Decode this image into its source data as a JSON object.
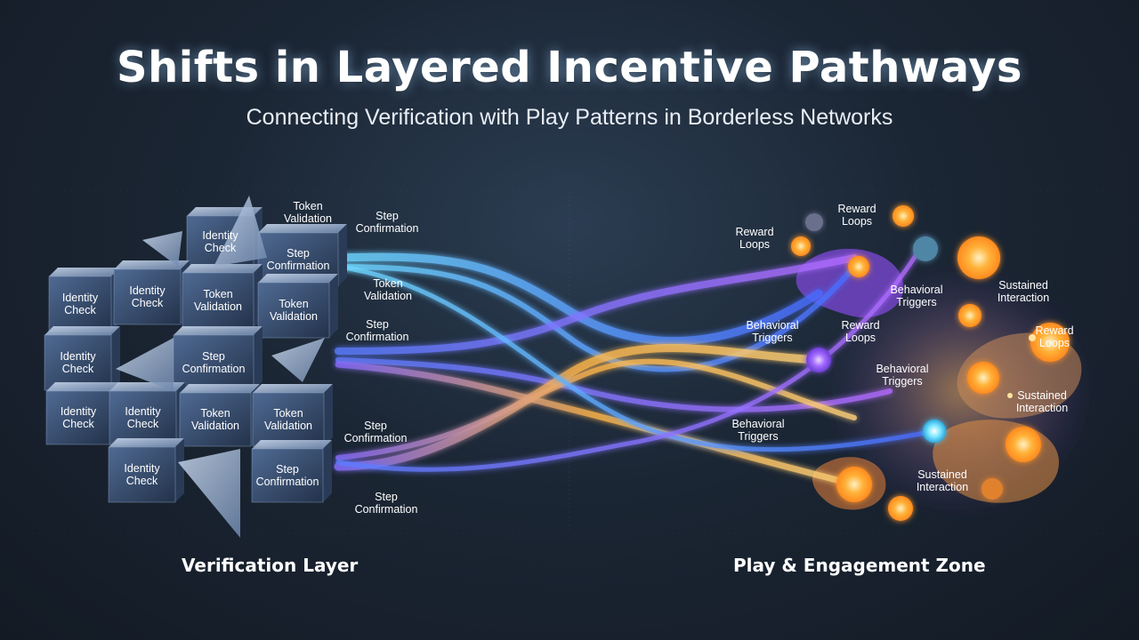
{
  "title": "Shifts in Layered Incentive Pathways",
  "subtitle": "Connecting Verification with Play Patterns in Borderless Networks",
  "zones": {
    "left": "Verification Layer",
    "right": "Play & Engagement Zone"
  },
  "verification_blocks": [
    {
      "line1": "Identity",
      "line2": "Check"
    },
    {
      "line1": "Step",
      "line2": "Confirmation"
    },
    {
      "line1": "Identity",
      "line2": "Check"
    },
    {
      "line1": "Identity",
      "line2": "Check"
    },
    {
      "line1": "Token",
      "line2": "Validation"
    },
    {
      "line1": "Token",
      "line2": "Validation"
    },
    {
      "line1": "Identity",
      "line2": "Check"
    },
    {
      "line1": "Step",
      "line2": "Confirmation"
    },
    {
      "line1": "Identity",
      "line2": "Check"
    },
    {
      "line1": "Identity",
      "line2": "Check"
    },
    {
      "line1": "Token",
      "line2": "Validation"
    },
    {
      "line1": "Token",
      "line2": "Validation"
    },
    {
      "line1": "Identity",
      "line2": "Check"
    },
    {
      "line1": "Step",
      "line2": "Confirmation"
    }
  ],
  "pathway_labels": [
    {
      "line1": "Token",
      "line2": "Validation"
    },
    {
      "line1": "Step",
      "line2": "Confirmation"
    },
    {
      "line1": "Token",
      "line2": "Validation"
    },
    {
      "line1": "Step",
      "line2": "Confirmation"
    },
    {
      "line1": "Step",
      "line2": "Confirmation"
    },
    {
      "line1": "Step",
      "line2": "Confirmation"
    }
  ],
  "engagement_labels": [
    {
      "line1": "Reward",
      "line2": "Loops"
    },
    {
      "line1": "Reward",
      "line2": "Loops"
    },
    {
      "line1": "Behavioral",
      "line2": "Triggers"
    },
    {
      "line1": "Sustained",
      "line2": "Interaction"
    },
    {
      "line1": "Behavioral",
      "line2": "Triggers"
    },
    {
      "line1": "Reward",
      "line2": "Loops"
    },
    {
      "line1": "Reward",
      "line2": "Loops"
    },
    {
      "line1": "Behavioral",
      "line2": "Triggers"
    },
    {
      "line1": "Sustained",
      "line2": "Interaction"
    },
    {
      "line1": "Behavioral",
      "line2": "Triggers"
    },
    {
      "line1": "Sustained",
      "line2": "Interaction"
    }
  ],
  "colors": {
    "background": "#1b2634",
    "stream_cyan": "#4fd2ff",
    "stream_blue": "#5b7cff",
    "stream_violet": "#a667ff",
    "stream_orange": "#ffab3d",
    "orb_orange": "#ffb238",
    "orb_violet": "#9b5cff",
    "orb_cyan": "#5fe3ff"
  }
}
